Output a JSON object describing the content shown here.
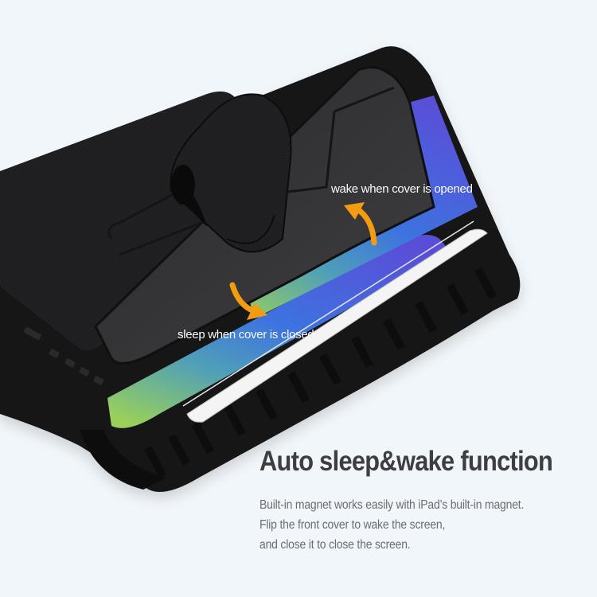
{
  "product_image": {
    "subject": "rugged tablet case with flip cover and hand strap",
    "colors": {
      "background": "#f1f6fa",
      "case_black": "#141414",
      "cover_gray": "#3b3b3d",
      "arrow_orange": "#f39c12",
      "screen_top": "#5b4fd6",
      "screen_mid": "#3b7be0",
      "screen_bottom": "#8fcf5a"
    },
    "annotations": {
      "wake": "wake when cover is opened",
      "sleep": "sleep when cover is closed"
    },
    "icons": {
      "wake_arrow": "curved-arrow-up",
      "sleep_arrow": "curved-arrow-down"
    }
  },
  "feature": {
    "title": "Auto sleep&wake function",
    "description": [
      "Built-in magnet works easily with iPad’s built-in magnet.",
      "Flip the front cover to wake the screen,",
      "and close it to close the screen."
    ]
  }
}
